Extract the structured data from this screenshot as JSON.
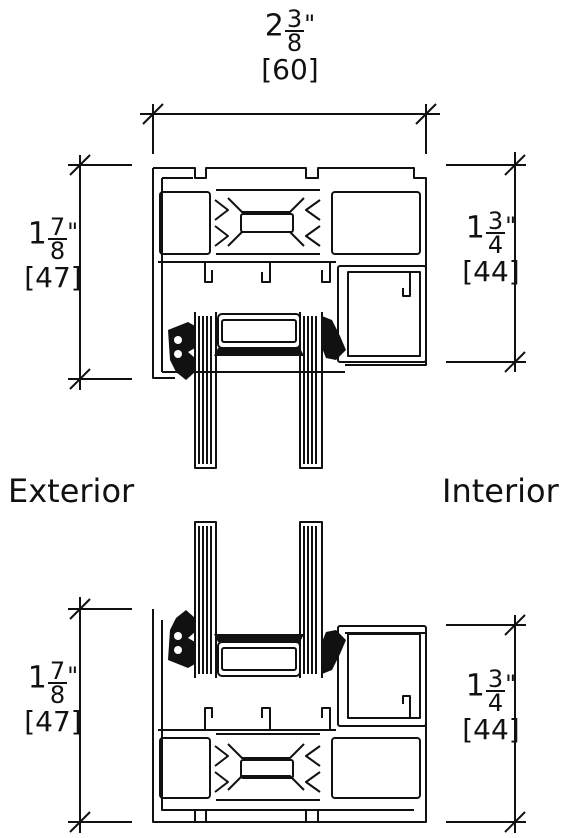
{
  "labels": {
    "exterior": "Exterior",
    "interior": "Interior"
  },
  "dimensions": {
    "overall_width": {
      "whole": "2",
      "num": "3",
      "den": "8",
      "unit": "\"",
      "mm": "[60]"
    },
    "top_left_height": {
      "whole": "1",
      "num": "7",
      "den": "8",
      "unit": "\"",
      "mm": "[47]"
    },
    "top_right_height": {
      "whole": "1",
      "num": "3",
      "den": "4",
      "unit": "\"",
      "mm": "[44]"
    },
    "bottom_left_height": {
      "whole": "1",
      "num": "7",
      "den": "8",
      "unit": "\"",
      "mm": "[47]"
    },
    "bottom_right_height": {
      "whole": "1",
      "num": "3",
      "den": "4",
      "unit": "\"",
      "mm": "[44]"
    }
  }
}
